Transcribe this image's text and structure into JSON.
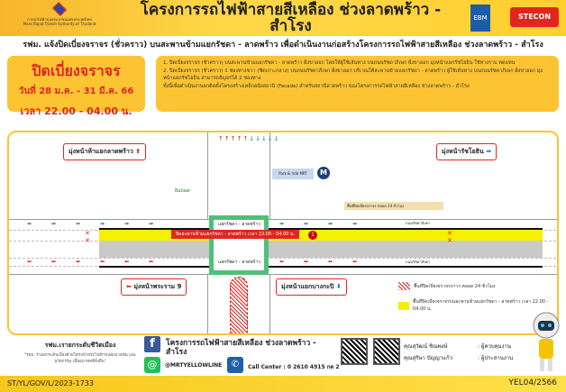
{
  "header": {
    "org_th": "การรถไฟฟ้าขนส่งมวลชนแห่งประเทศไทย",
    "org_en": "Mass Rapid Transit Authority of Thailand",
    "title": "โครงการรถไฟฟ้าสายสีเหลือง ช่วงลาดพร้าว - สำโรง",
    "ebm": "EBM",
    "stecon": "STECON"
  },
  "subtitle": "รฟม. แจ้งปิดเบี่ยงจราจร (ชั่วคราว) บนสะพานข้ามแยกรัชดา - ลาดพร้าว เพื่อดำเนินงานก่อสร้างโครงการรถไฟฟ้าสายสีเหลือง ช่วงลาดพร้าว - สำโรง",
  "notice": {
    "heading": "ปิดเบี่ยงจราจร",
    "dates": "วันที่ 28 ม.ค. - 31 มี.ค. 66",
    "time": "เวลา 22.00 - 04.00 น.",
    "details": [
      "1. ปิดเบี่ยงจราจร (ชั่วคราว) บนสะพานข้ามแยกรัชดา - ลาดพร้าว ฝั่งขาออก โดยให้ผู้ใช้เส้นทาง บนถนนรัชดาภิเษก ฝั่งขาออก มุ่งหน้าแยกรัชโยธิน ใช้ทางราบ ทดแทน",
      "2. ปิดเบี่ยงจราจร (ชั่วคราว) 1 ช่องทางขวา (ชิดเกาะกลาง) บนถนนรัชดาภิเษก ฝั่งขาออก บริเวณใต้สะพานข้ามแยกรัชดา - ลาดพร้าว ผู้ใช้เส้นทาง บนถนนรัชดาภิเษก ฝั่งขาออก มุ่งหน้าแยกรัชโยธิน สามารถสัญจรได้ 2 ช่องทาง",
      "ทั้งนี้เพื่อดำเนินงานยกติดตั้งโครงสร้างเหล็กผนังสถานี (Facade) สำหรับสถานีลาดพร้าว ของโครงการรถไฟฟ้าสายสีเหลือง ช่วงลาดพร้าว - สำโรง"
    ]
  },
  "map": {
    "dir_ladprao": "มุ่งหน้าห้าแยกลาดพร้าว",
    "dir_ratchayothin": "มุ่งหน้ารัชโยธิน",
    "dir_rama9": "มุ่งหน้าพระราม 9",
    "dir_bangkapi": "มุ่งหน้าแยกบางกะปิ",
    "intersection": "แยกรัชดา - ลาดพร้าว",
    "closure_label": "ปิดสะพานข้ามแยกรัชดา - ลาดพร้าว เวลา 22.00 - 04.00 น.",
    "road_label": "ถนนรัชดาภิเษก",
    "station": "Park & ride MRT",
    "bazaar": "Bazaar",
    "marker": "1",
    "legend": [
      {
        "label": "พื้นที่ปิดเบี่ยงจราจรถาวร ตลอด 24 ชั่วโมง",
        "color": "#e0261f"
      },
      {
        "label": "พื้นที่ปิดเบี่ยงจราจรบนสะพานข้ามแยกรัชดา - ลาดพร้าว เวลา 22.00 - 04.00 น.",
        "color": "#f6f100"
      }
    ],
    "zone24": "พื้นที่ปิดเบี่ยงจราจร ตลอด 24 ชั่วโมง"
  },
  "footer": {
    "slogan": "รฟม.เรายกระดับชีวิตเมือง",
    "slogan_sub": "\"รฟม. ร่วมยกระดับเมืองด้วยโครงข่ายรถไฟฟ้าขนส่งมวลชน และนวัตกรรม เพื่ออนาคตที่ยั่งยืน\"",
    "facebook": "โครงการรถไฟฟ้าสายสีเหลือง ช่วงลาดพร้าว - สำโรง",
    "line": "@MRTYELLOWLINE",
    "call_center": "Call Center : 0 2610 4915 กด 2",
    "contacts": [
      {
        "name": "คุณสุวัฒน์ ชิณพงษ์",
        "role": ": ผู้ควบคุมงาน"
      },
      {
        "name": "คุณสุริษา ปัญญาแก้ว",
        "role": ": ผู้ประสานงาน"
      }
    ],
    "code_left": "ST/YL/GOV/L/2023-1733",
    "code_right": "YEL04/2566"
  }
}
